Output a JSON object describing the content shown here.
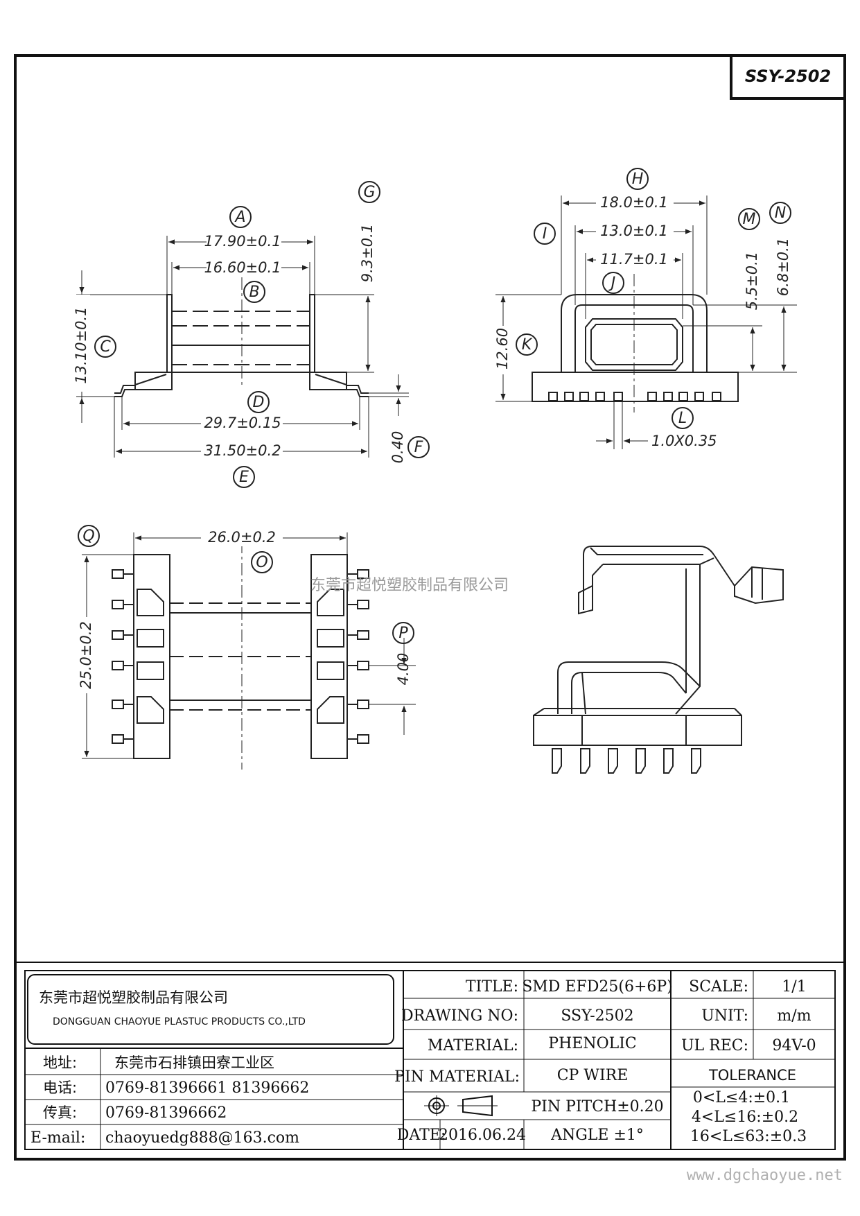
{
  "drawing_id": "SSY-2502",
  "views": {
    "side": {
      "dims": {
        "A": "17.90±0.1",
        "A2": "16.60±0.1",
        "D": "29.7±0.15",
        "E": "31.50±0.2",
        "G": "9.3±0.1",
        "C": "13.10±0.1",
        "F": "0.40"
      },
      "labels": [
        "A",
        "B",
        "C",
        "D",
        "E",
        "F",
        "G"
      ]
    },
    "end": {
      "dims": {
        "H": "18.0±0.1",
        "I": "13.0±0.1",
        "J": "11.7±0.1",
        "M": "5.5±0.1",
        "N": "6.8±0.1",
        "K": "12.60",
        "L": "1.0X0.35"
      },
      "labels": [
        "H",
        "I",
        "J",
        "K",
        "L",
        "M",
        "N"
      ]
    },
    "top": {
      "dims": {
        "O": "26.0±0.2",
        "Q": "25.0±0.2",
        "P": "4.00"
      },
      "labels": [
        "O",
        "P",
        "Q"
      ]
    }
  },
  "watermark": "东莞市超悦塑胶制品有限公司",
  "company": {
    "name_cn": "东莞市超悦塑胶制品有限公司",
    "name_en": "DONGGUAN CHAOYUE PLASTUC PRODUCTS CO.,LTD",
    "address_label": "地址:",
    "address": "东莞市石排镇田寮工业区",
    "phone_label": "电话:",
    "phone": "0769-81396661   81396662",
    "fax_label": "传真:",
    "fax": "0769-81396662",
    "email_label": "E-mail:",
    "email": "chaoyuedg888@163.com"
  },
  "titleblock": {
    "title_label": "TITLE:",
    "title": "SMD EFD25(6+6P)",
    "drawing_no_label": "DRAWING NO:",
    "drawing_no": "SSY-2502",
    "material_label": "MATERIAL:",
    "material": "PHENOLIC",
    "pin_material_label": "PIN MATERIAL:",
    "pin_material": "CP WIRE",
    "pin_pitch": "PIN PITCH±0.20",
    "date_label": "DATE:",
    "date": "2016.06.24",
    "angle": "ANGLE  ±1°",
    "scale_label": "SCALE:",
    "scale": "1/1",
    "unit_label": "UNIT:",
    "unit": "m/m",
    "ul_label": "UL REC:",
    "ul": "94V-0",
    "tolerance_label": "TOLERANCE",
    "tol1": "0<L≤4:±0.1",
    "tol2": "4<L≤16:±0.2",
    "tol3": "16<L≤63:±0.3"
  },
  "website": "www.dgchaoyue.net"
}
